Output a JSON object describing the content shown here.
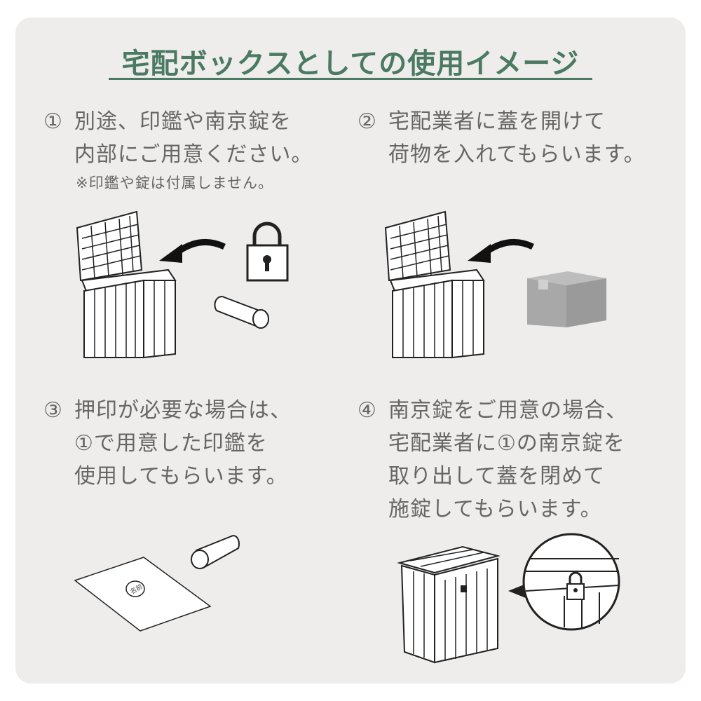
{
  "title": "宅配ボックスとしての使用イメージ",
  "steps": [
    {
      "num": "①",
      "lines": [
        "別途、印鑑や南京錠を",
        "内部にご用意ください。"
      ],
      "note": "※印鑑や錠は付属しません。"
    },
    {
      "num": "②",
      "lines": [
        "宅配業者に蓋を開けて",
        "荷物を入れてもらいます。"
      ]
    },
    {
      "num": "③",
      "lines": [
        "押印が必要な場合は、",
        "①で用意した印鑑を",
        "使用してもらいます。"
      ]
    },
    {
      "num": "④",
      "lines": [
        "南京錠をご用意の場合、",
        "宅配業者に①の南京錠を",
        "取り出して蓋を閉めて",
        "施錠してもらいます。"
      ]
    }
  ],
  "stamp_text": "名前",
  "colors": {
    "accent": "#4a7a62",
    "text": "#666666",
    "background": "#efedeb"
  }
}
